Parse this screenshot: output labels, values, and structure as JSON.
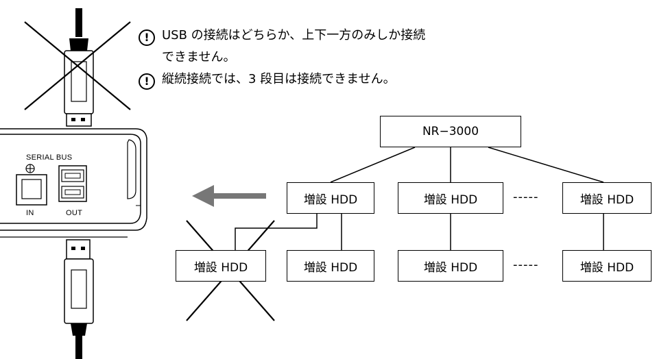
{
  "notes": [
    {
      "icon": "exclamation-icon",
      "line1": "USB の接続はどちらか、上下一方のみしか接続",
      "line2": "できません。"
    },
    {
      "icon": "exclamation-icon",
      "line1": "縦続接続では、3 段目は接続できません。"
    }
  ],
  "device": {
    "bus_label": "SERIAL BUS",
    "in_label": "IN",
    "out_label": "OUT"
  },
  "tree": {
    "root": "NR−3000",
    "level1": [
      "増設 HDD",
      "増設 HDD",
      "増設 HDD"
    ],
    "level2": [
      "増設 HDD",
      "増設 HDD",
      "増設 HDD",
      "増設 HDD"
    ],
    "ellipsis": "-----"
  }
}
